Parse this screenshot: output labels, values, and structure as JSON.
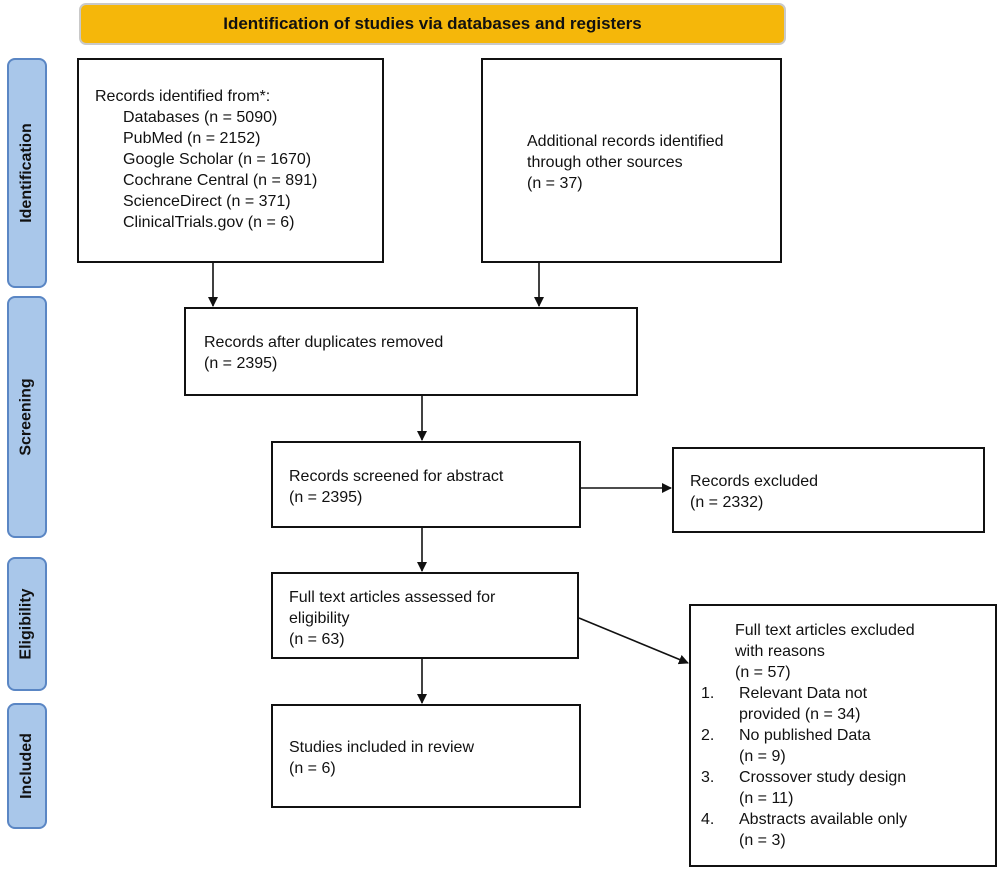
{
  "header": {
    "title": "Identification of studies via databases and registers"
  },
  "phases": {
    "identification": "Identification",
    "screening": "Screening",
    "eligibility": "Eligibility",
    "included": "Included"
  },
  "records_identified": {
    "title": "Records identified from*:",
    "sources": [
      "Databases (n = 5090)",
      "PubMed (n = 2152)",
      "Google Scholar (n = 1670)",
      "Cochrane Central (n = 891)",
      "ScienceDirect (n = 371)",
      "ClinicalTrials.gov (n = 6)"
    ]
  },
  "additional_records": {
    "lines": [
      "Additional records identified",
      "through other sources",
      "(n = 37)"
    ]
  },
  "duplicates_removed": {
    "lines": [
      "Records after duplicates removed",
      "(n = 2395)"
    ]
  },
  "screened": {
    "lines": [
      "Records screened for abstract",
      "(n = 2395)"
    ]
  },
  "excluded": {
    "lines": [
      "Records excluded",
      "(n = 2332)"
    ]
  },
  "fulltext_assessed": {
    "lines": [
      "Full text articles assessed for",
      "eligibility",
      "(n = 63)"
    ]
  },
  "fulltext_excluded": {
    "lines": [
      "Full text articles excluded",
      "with reasons",
      "(n = 57)"
    ],
    "reasons": [
      {
        "num": "1.",
        "text": "Relevant Data not",
        "count": "provided (n = 34)"
      },
      {
        "num": "2.",
        "text": "No published Data",
        "count": "(n = 9)"
      },
      {
        "num": "3.",
        "text": "Crossover study design",
        "count": "(n = 11)"
      },
      {
        "num": "4.",
        "text": "Abstracts available only",
        "count": "(n = 3)"
      }
    ]
  },
  "included": {
    "lines": [
      "Studies included in review",
      "(n = 6)"
    ]
  },
  "colors": {
    "header_fill": "#f5b70a",
    "phase_fill": "#a9c7ea",
    "phase_border": "#5a86c4"
  }
}
